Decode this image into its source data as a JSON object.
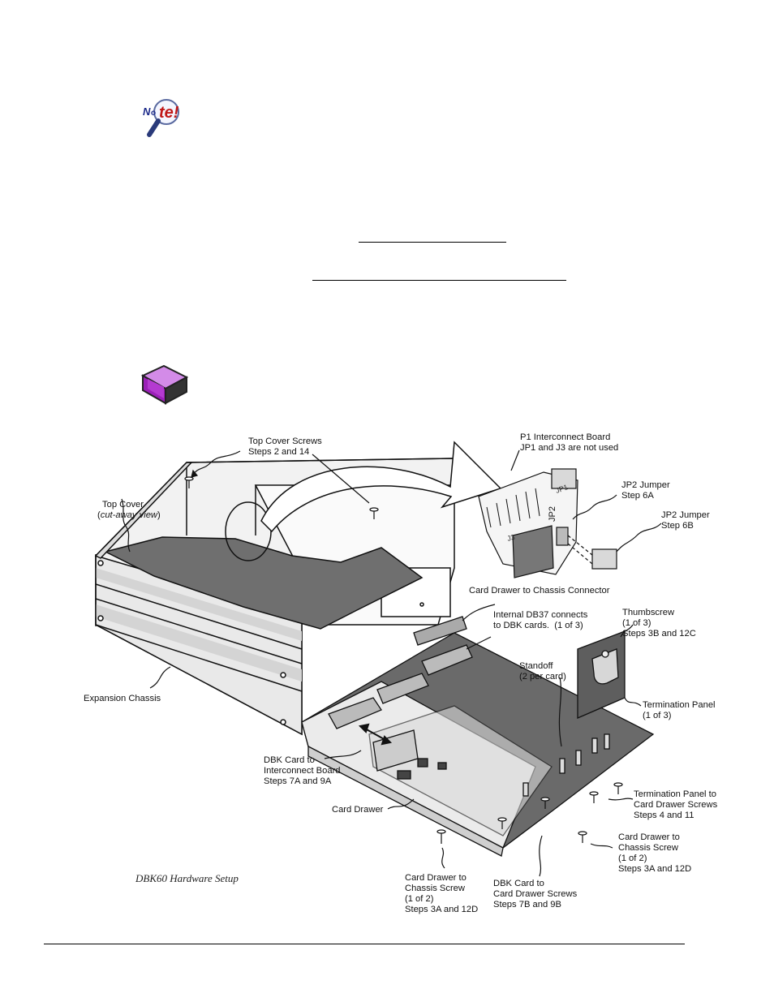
{
  "icons": {
    "note": "note-magnifier-icon",
    "reference": "book-reference-icon",
    "note_text": "Note!"
  },
  "figure": {
    "caption": "DBK60 Hardware Setup",
    "labels": {
      "top_cover_screws": "Top Cover Screws\nSteps 2 and 14",
      "p1_board": "P1 Interconnect Board\nJP1 and J3 are not used",
      "top_cover": "Top Cover",
      "top_cover_note_pre": "(",
      "top_cover_note_em": "cut-away view",
      "top_cover_note_post": ")",
      "jp2_6a": "JP2 Jumper\nStep 6A",
      "jp2_6b": "JP2 Jumper\nStep 6B",
      "card_drawer_connector": "Card Drawer to Chassis Connector",
      "db37": "Internal DB37 connects\nto DBK cards.  (1 of 3)",
      "thumbscrew": "Thumbscrew\n(1 of 3)\nSteps 3B and 12C",
      "standoff": "Standoff\n(2 per card)",
      "expansion_chassis": "Expansion Chassis",
      "termination_panel": "Termination Panel\n(1 of 3)",
      "dbk_card_interconnect": "DBK Card to\nInterconnect Board\nSteps 7A and 9A",
      "term_panel_screws": "Termination Panel to\nCard Drawer Screws\nSteps 4 and 11",
      "card_drawer": "Card Drawer",
      "drawer_chassis_screw_right": "Card Drawer to\nChassis Screw\n(1 of 2)\nSteps 3A and 12D",
      "drawer_chassis_screw_left": "Card Drawer to\nChassis Screw\n(1 of 2)\nSteps 3A and 12D",
      "dbk_card_drawer_screws": "DBK Card to\nCard Drawer Screws\nSteps 7B and 9B",
      "jp1": "JP1",
      "jp2": "JP2",
      "j3": "J3"
    }
  }
}
